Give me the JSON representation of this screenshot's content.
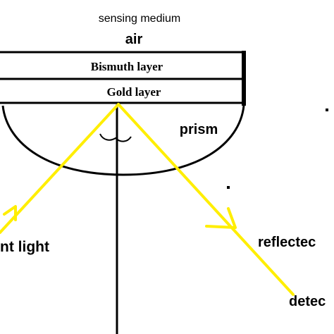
{
  "labels": {
    "sensing_medium": "sensing medium",
    "air": "air",
    "bismuth_layer": "Bismuth layer",
    "gold_layer": "Gold layer",
    "prism": "prism",
    "incident_light": "nt light",
    "reflected": "reflectec",
    "detector": "detec"
  },
  "colors": {
    "light_ray": "#ffee00",
    "outline": "#000000",
    "background": "#ffffff"
  }
}
